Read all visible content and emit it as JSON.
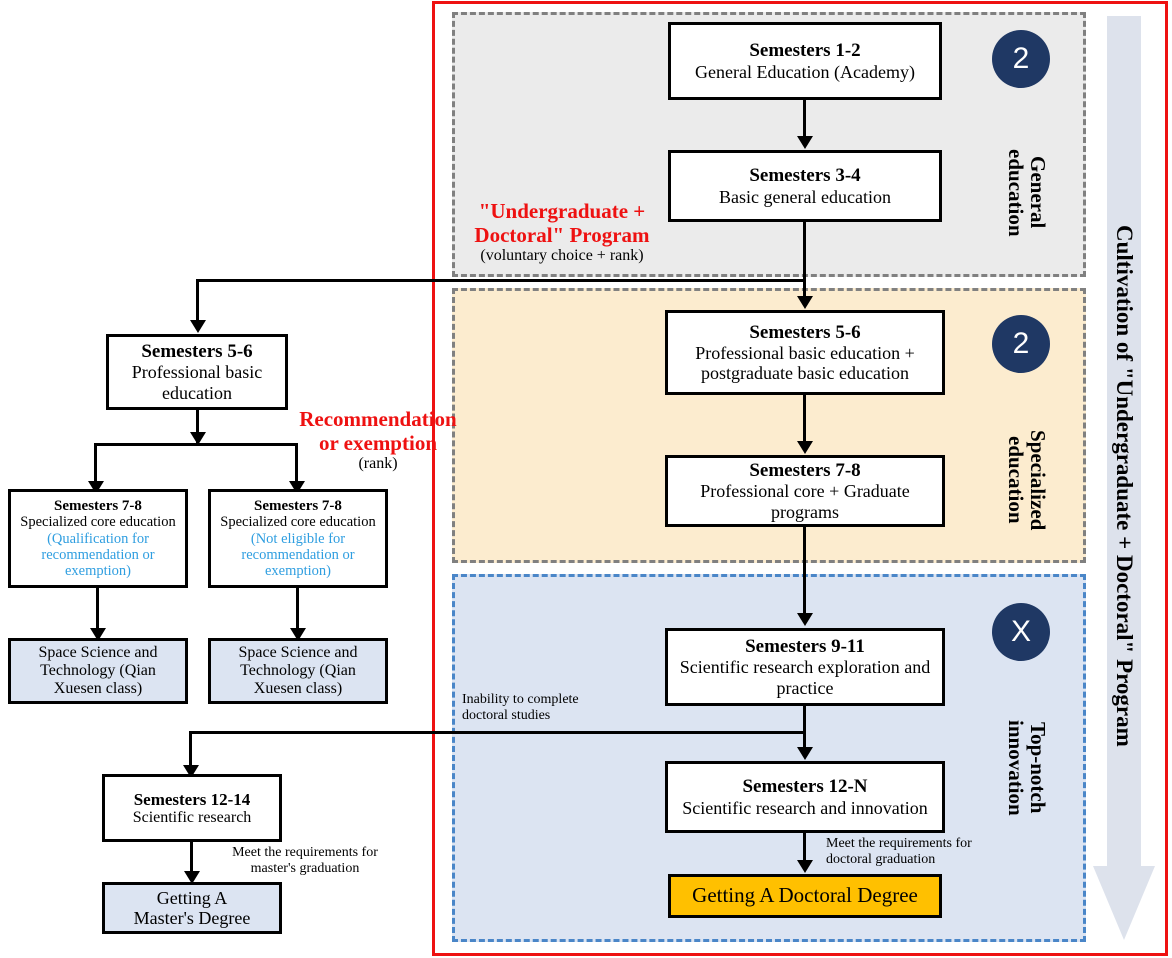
{
  "diagram": {
    "title_vertical": "Cultivation of \"Undergraduate + Doctoral\" Program",
    "colors": {
      "frame_red": "#ee1111",
      "panel_general": "#ebebeb",
      "panel_specialized": "#fceccf",
      "panel_topnotch": "#dce4f2",
      "badge_navy": "#1f3864",
      "degree_amber": "#ffc000",
      "blue_text": "#2f9ee0",
      "big_arrow": "#dde2ec",
      "dashed_gray": "#808080",
      "dashed_blue": "#4a86c8"
    }
  },
  "panels": {
    "general": {
      "badge": "2",
      "label": "General\neducation"
    },
    "specialized": {
      "badge": "2",
      "label": "Specialized\neducation"
    },
    "topnotch": {
      "badge": "X",
      "label": "Top-notch\ninnovation"
    }
  },
  "program_note": {
    "headline_line1": "\"Undergraduate +",
    "headline_line2": "Doctoral\" Program",
    "subnote": "(voluntary choice + rank)"
  },
  "recommendation_note": {
    "line1": "Recommendation",
    "line2": "or exemption",
    "subnote": "(rank)"
  },
  "main_boxes": [
    {
      "title": "Semesters 1-2",
      "sub": "General Education (Academy)"
    },
    {
      "title": "Semesters 3-4",
      "sub": "Basic general education"
    },
    {
      "title": "Semesters 5-6",
      "sub": "Professional basic education + postgraduate basic education"
    },
    {
      "title": "Semesters 7-8",
      "sub": "Professional core + Graduate programs"
    },
    {
      "title": "Semesters 9-11",
      "sub": "Scientific research exploration and practice"
    },
    {
      "title": "Semesters 12-N",
      "sub": "Scientific research and innovation"
    }
  ],
  "doctoral_degree_box": {
    "label": "Getting A Doctoral Degree"
  },
  "doctoral_grad_note": {
    "line1": "Meet the requirements for",
    "line2": "doctoral graduation"
  },
  "inability_note": {
    "line1": "Inability to complete",
    "line2": "doctoral studies"
  },
  "left_boxes": {
    "sem56": {
      "title": "Semesters 5-6",
      "sub": "Professional basic education"
    },
    "sem78_eligible": {
      "title": "Semesters 7-8",
      "sub": "Specialized core education",
      "blue": "(Qualification for recommendation or exemption)"
    },
    "sem78_not_eligible": {
      "title": "Semesters 7-8",
      "sub": "Specialized core education",
      "blue": "(Not eligible for recommendation or exemption)"
    },
    "qian_left": {
      "label": "Space Science and Technology (Qian Xuesen class)"
    },
    "qian_right": {
      "label": "Space Science and Technology (Qian Xuesen class)"
    },
    "sem1214": {
      "title": "Semesters 12-14",
      "sub": "Scientific research"
    },
    "masters_degree": {
      "line1": "Getting A",
      "line2": "Master's Degree"
    }
  },
  "masters_grad_note": {
    "line1": "Meet the requirements for",
    "line2": "master's graduation"
  }
}
